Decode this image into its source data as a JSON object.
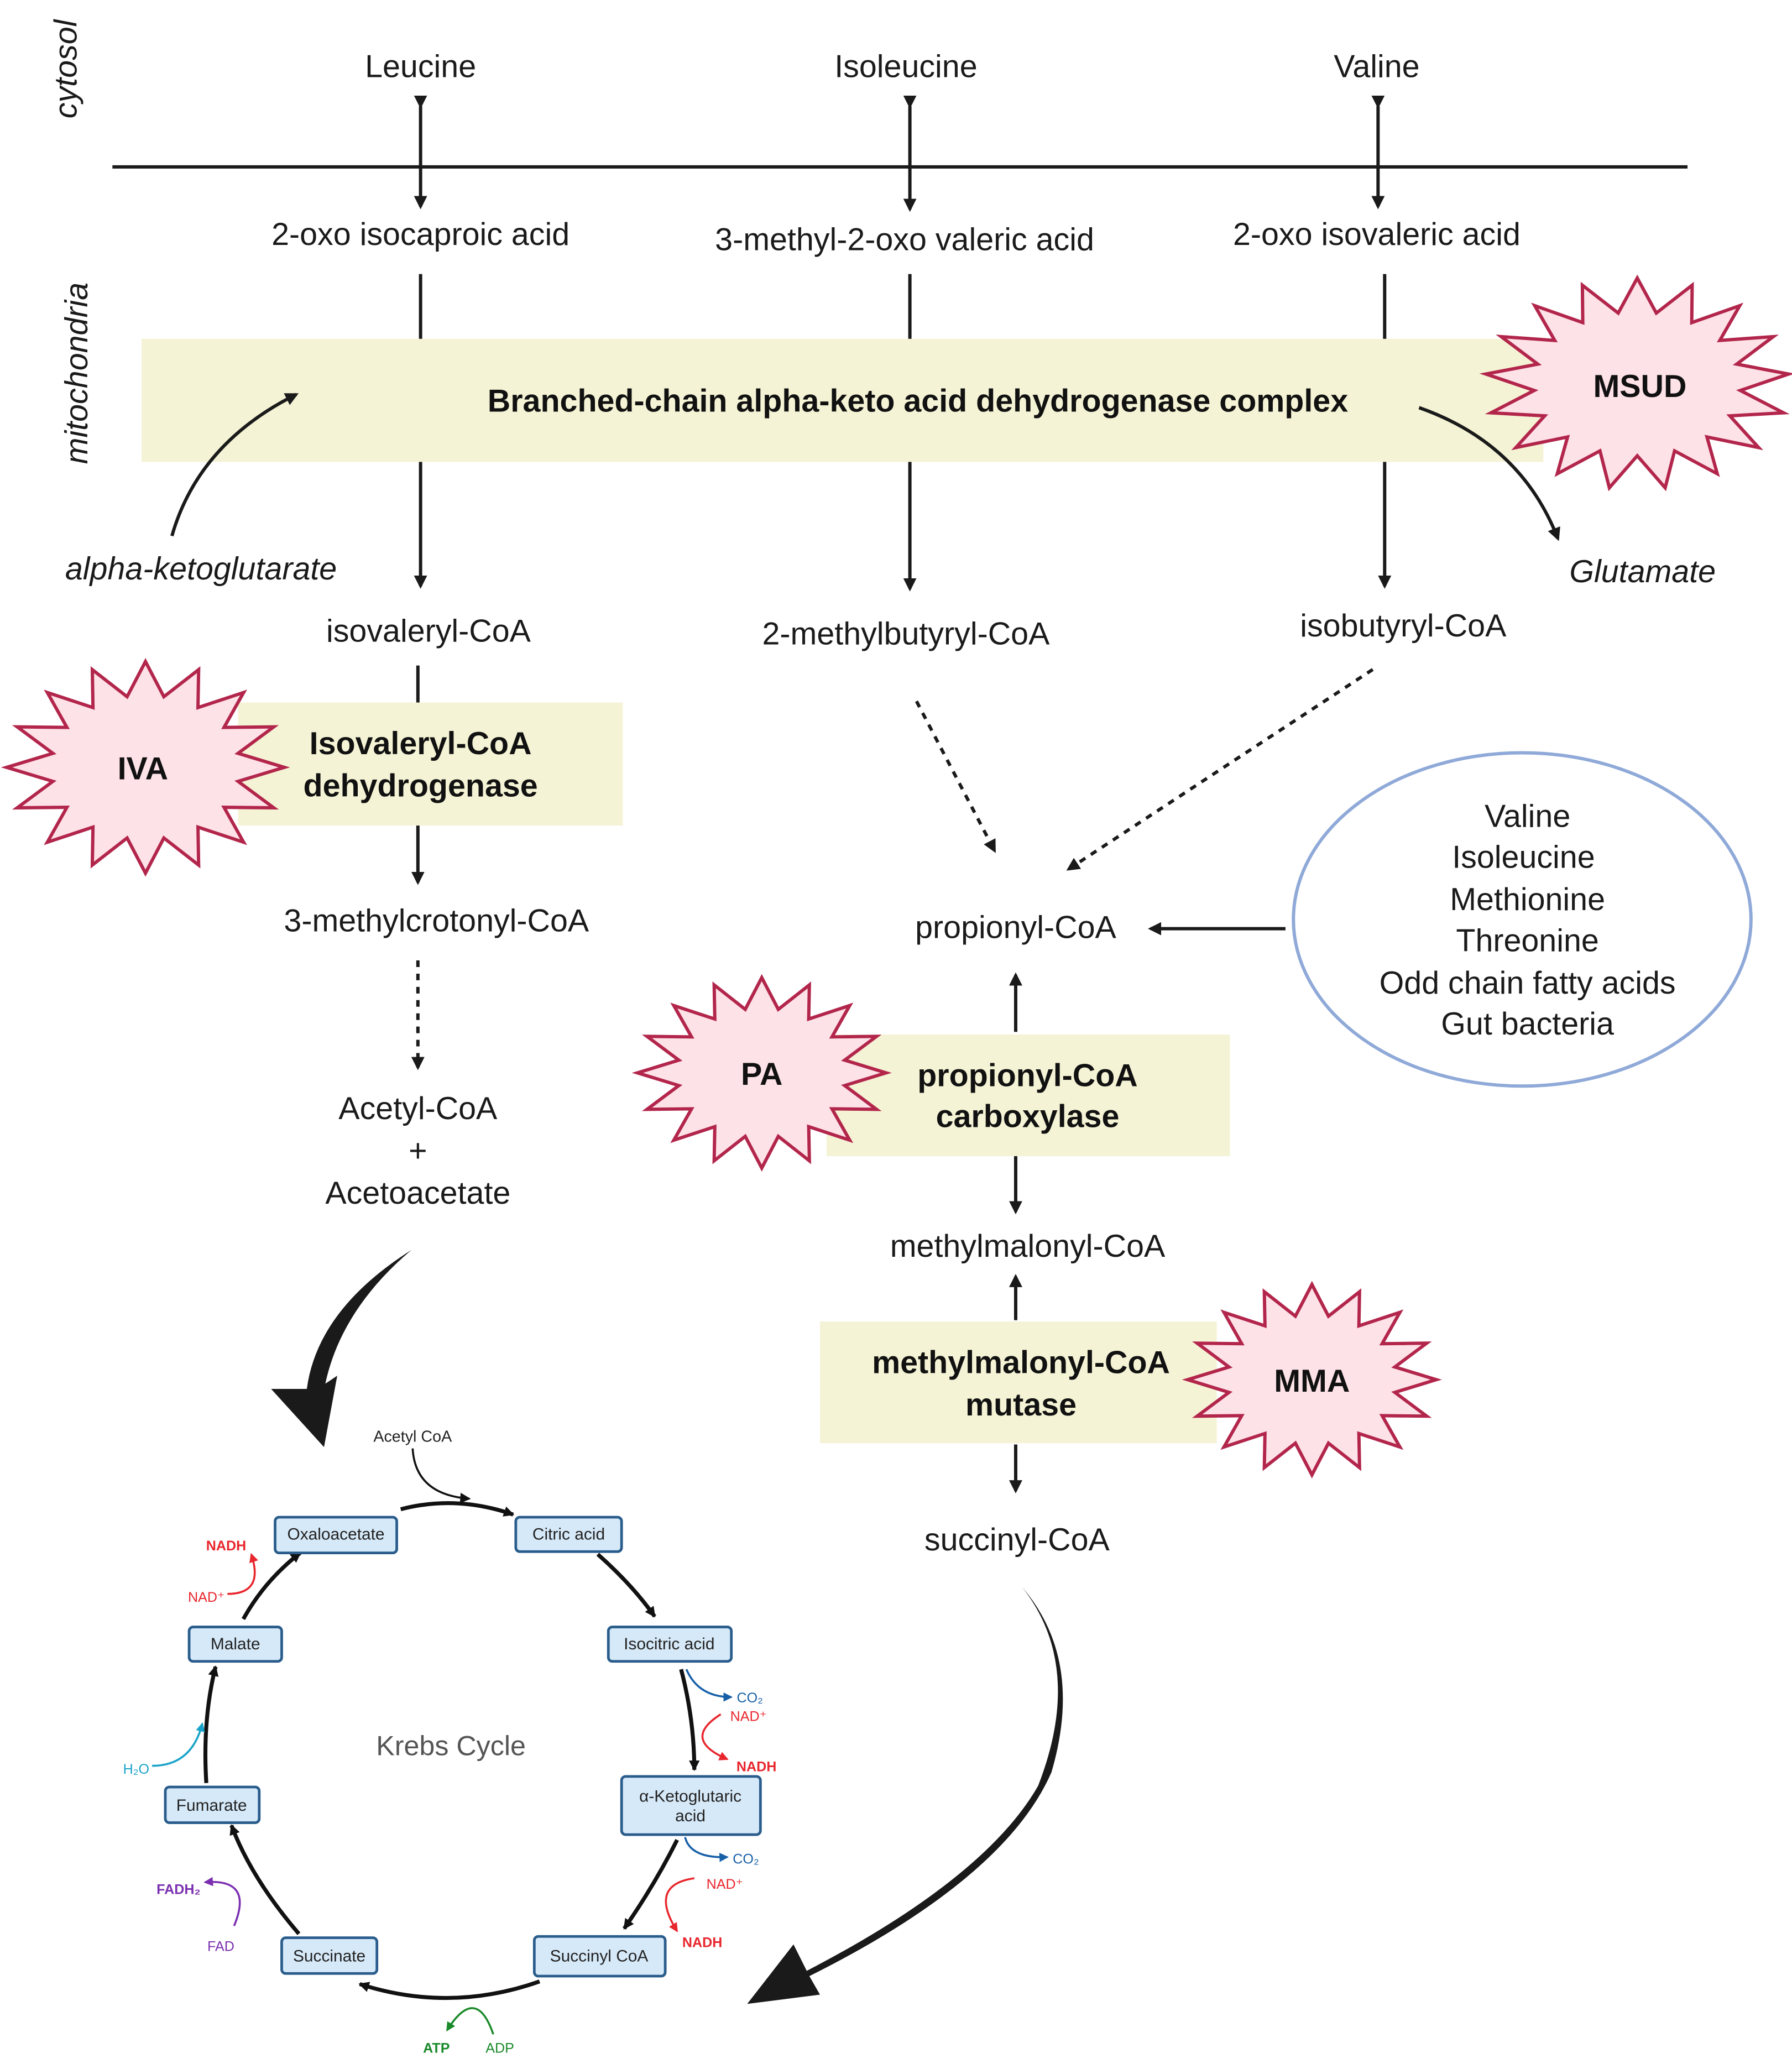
{
  "compartments": {
    "cytosol": "cytosol",
    "mitochondria": "mitochondria"
  },
  "amino_acids": [
    "Leucine",
    "Isoleucine",
    "Valine"
  ],
  "keto_acids": [
    "2-oxo isocaproic acid",
    "3-methyl-2-oxo valeric acid",
    "2-oxo isovaleric acid"
  ],
  "bckdh": {
    "label": "Branched-chain alpha-keto acid dehydrogenase complex",
    "disease": "MSUD",
    "cosubstrate": "alpha-ketoglutarate",
    "product": "Glutamate"
  },
  "acyl_coas": [
    "isovaleryl-CoA",
    "2-methylbutyryl-CoA",
    "isobutyryl-CoA"
  ],
  "ivd": {
    "line1": "Isovaleryl-CoA",
    "line2": "dehydrogenase",
    "disease": "IVA"
  },
  "leucine_path": {
    "intermediate": "3-methylcrotonyl-CoA",
    "product1": "Acetyl-CoA",
    "plus": "+",
    "product2": "Acetoacetate"
  },
  "propionyl": {
    "label": "propionyl-CoA",
    "sources": [
      "Valine",
      "Isoleucine",
      "Methionine",
      "Threonine",
      "Odd chain fatty acids",
      "Gut bacteria"
    ]
  },
  "pcc": {
    "line1": "propionyl-CoA",
    "line2": "carboxylase",
    "disease": "PA"
  },
  "methylmalonyl": "methylmalonyl-CoA",
  "mcm": {
    "line1": "methylmalonyl-CoA",
    "line2": "mutase",
    "disease": "MMA"
  },
  "succinyl": "succinyl-CoA",
  "krebs": {
    "title": "Krebs Cycle",
    "input": "Acetyl CoA",
    "steps": [
      "Oxaloacetate",
      "Citric acid",
      "Isocitric acid",
      "α-Ketoglutaric",
      "acid",
      "Succinyl CoA",
      "Succinate",
      "Fumarate",
      "Malate"
    ],
    "cofactors": {
      "nadh1": "NADH",
      "nad1": "NAD⁺",
      "h2o": "H₂O",
      "fadh2": "FADH₂",
      "fad": "FAD",
      "atp": "ATP",
      "adp": "ADP",
      "co2a": "CO₂",
      "nad2": "NAD⁺",
      "nadh2": "NADH",
      "co2b": "CO₂",
      "nad3": "NAD⁺",
      "nadh3": "NADH"
    }
  },
  "colors": {
    "enzyme_band": "#f5f3d5",
    "disease_star": "#fde2e7",
    "star_outline": "#b3264c",
    "ellipse": "#8fa9d8",
    "nadh": "#e8262d",
    "co2": "#1760a8",
    "h2o": "#1aa3c9",
    "fad": "#7a2fb0",
    "atp": "#1a8a2a"
  }
}
